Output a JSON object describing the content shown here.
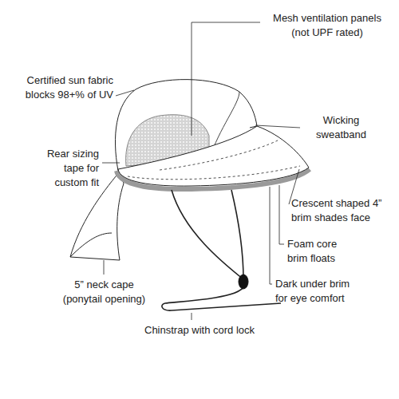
{
  "diagram": {
    "labels": [
      "Certified sun fabric blocks 98+% of UV",
      "Mesh ventilation panels (not UPF rated)",
      "Wicking sweatband",
      "Rear sizing tape for custom fit",
      "Crescent shaped 4” brim shades face",
      "Foam core brim floats",
      "Dark under brim for eye comfort",
      "5” neck cape (ponytail opening)",
      "Chinstrap with cord lock"
    ]
  }
}
